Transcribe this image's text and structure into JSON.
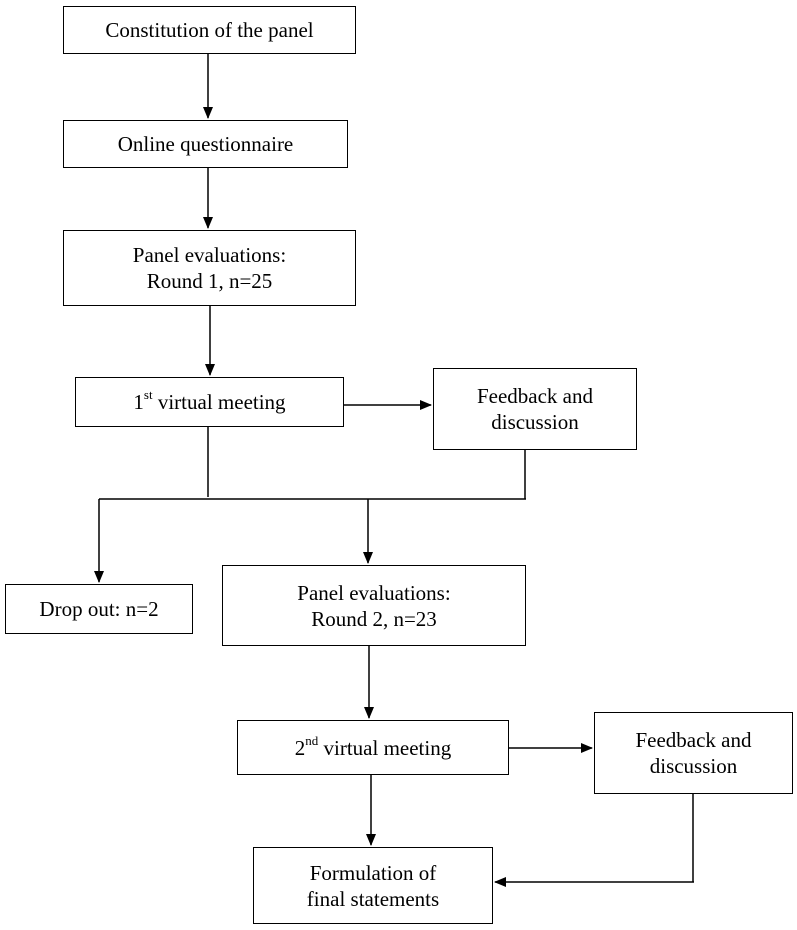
{
  "diagram": {
    "nodes": {
      "constitution": {
        "line1": "Constitution of the panel"
      },
      "questionnaire": {
        "line1": "Online questionnaire"
      },
      "round1": {
        "line1": "Panel evaluations:",
        "line2": "Round 1, n=25"
      },
      "meeting1": {
        "ordinal": "1",
        "suffix": "st",
        "rest": " virtual meeting"
      },
      "feedback1": {
        "line1": "Feedback and",
        "line2": "discussion"
      },
      "dropout": {
        "line1": "Drop out: n=2"
      },
      "round2": {
        "line1": "Panel evaluations:",
        "line2": "Round 2, n=23"
      },
      "meeting2": {
        "ordinal": "2",
        "suffix": "nd",
        "rest": " virtual meeting"
      },
      "feedback2": {
        "line1": "Feedback and",
        "line2": "discussion"
      },
      "final": {
        "line1": "Formulation of",
        "line2": "final statements"
      }
    },
    "colors": {
      "stroke": "#000000",
      "background": "#ffffff"
    }
  }
}
